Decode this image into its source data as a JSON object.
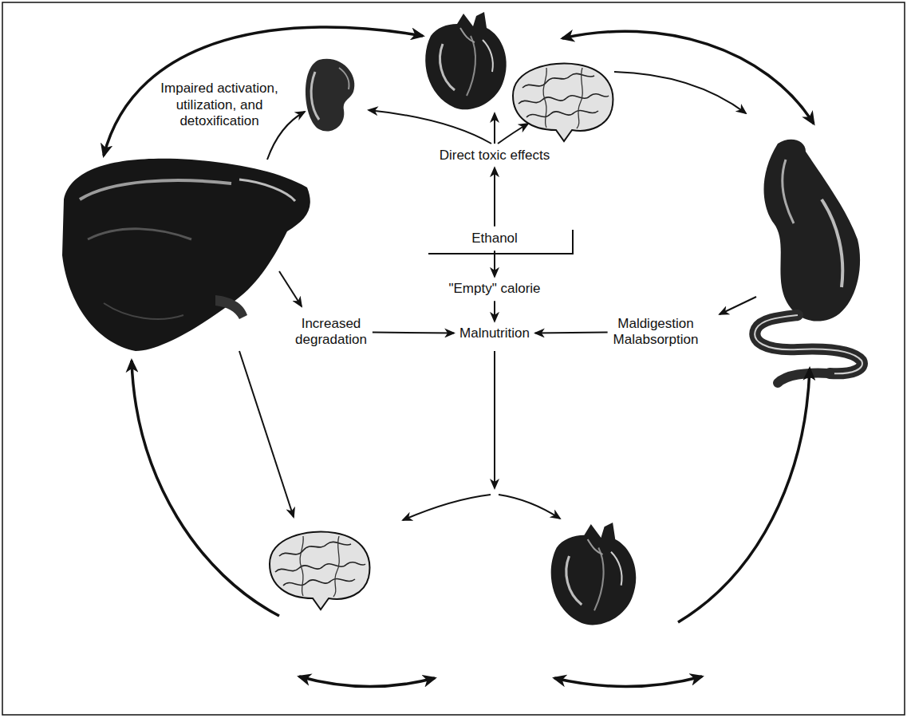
{
  "diagram": {
    "nodes": [
      {
        "text": [
          "Direct toxic effects"
        ]
      },
      {
        "text": [
          "Ethanol"
        ]
      },
      {
        "text": [
          "\"Empty\" calorie"
        ]
      },
      {
        "text": [
          "Increased degradation"
        ]
      },
      {
        "text": [
          "Malnutrition"
        ]
      },
      {
        "text": [
          "Maldigestion Malabsorption"
        ]
      }
    ],
    "edges": [
      {
        "from": 1,
        "to": 0,
        "arrow": "to"
      },
      {
        "from": 1,
        "to": 2,
        "arrow": "to"
      },
      {
        "from": 2,
        "to": 4,
        "arrow": "to"
      },
      {
        "from": 3,
        "to": 4,
        "arrow": "to"
      },
      {
        "from": 5,
        "to": 4,
        "arrow": "to"
      }
    ],
    "labels": [
      "Impaired activation, utilization, and detoxification"
    ]
  }
}
